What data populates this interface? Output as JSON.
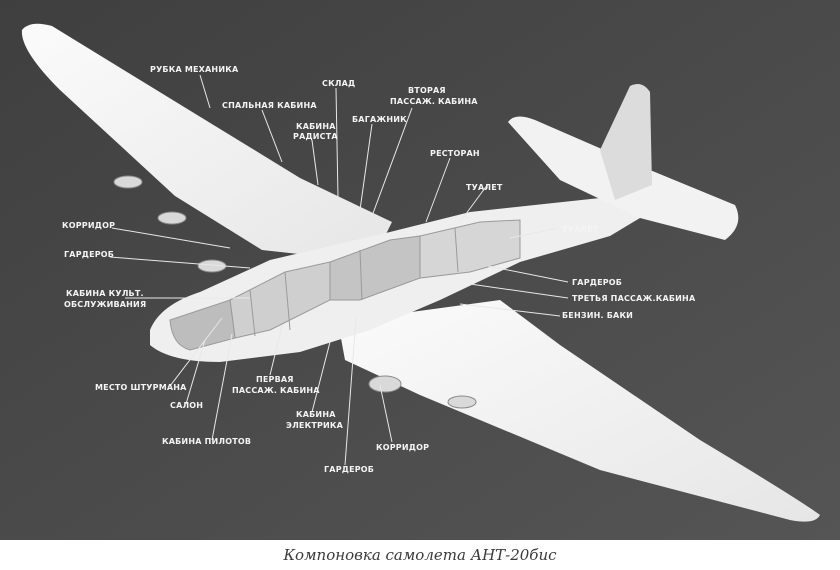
{
  "caption": "Компоновка самолета АНТ-20бис",
  "labels": {
    "rubka_mekhanika": "РУБКА МЕХАНИКА",
    "spalnaya_kabina": "СПАЛЬНАЯ КАБИНА",
    "kabina_radista_1": "КАБИНА",
    "kabina_radista_2": "РАДИСТА",
    "sklad": "СКЛАД",
    "vtoraya_1": "ВТОРАЯ",
    "vtoraya_2": "ПАССАЖ. КАБИНА",
    "bagazhnik": "БАГАЖНИК",
    "restoran": "РЕСТОРАН",
    "tualet_top": "ТУАЛЕТ",
    "tualet_right": "ТУАЛЕТ",
    "garderob_right": "ГАРДЕРОБ",
    "tretya": "ТРЕТЬЯ ПАССАЖ.КАБИНА",
    "benzin": "БЕНЗИН. БАКИ",
    "koridor_left": "КОРРИДОР",
    "garderob_left": "ГАРДЕРОБ",
    "kabina_kult_1": "КАБИНА КУЛЬТ.",
    "kabina_kult_2": "ОБСЛУЖИВАНИЯ",
    "mesto_shturmana": "МЕСТО ШТУРМАНА",
    "salon": "САЛОН",
    "kabina_pilotov": "КАБИНА ПИЛОТОВ",
    "pervaya_1": "ПЕРВАЯ",
    "pervaya_2": "ПАССАЖ. КАБИНА",
    "kabina_elektrika_1": "КАБИНА",
    "kabina_elektrika_2": "ЭЛЕКТРИКА",
    "koridor_bottom": "КОРРИДОР",
    "garderob_bottom": "ГАРДЕРОБ"
  }
}
